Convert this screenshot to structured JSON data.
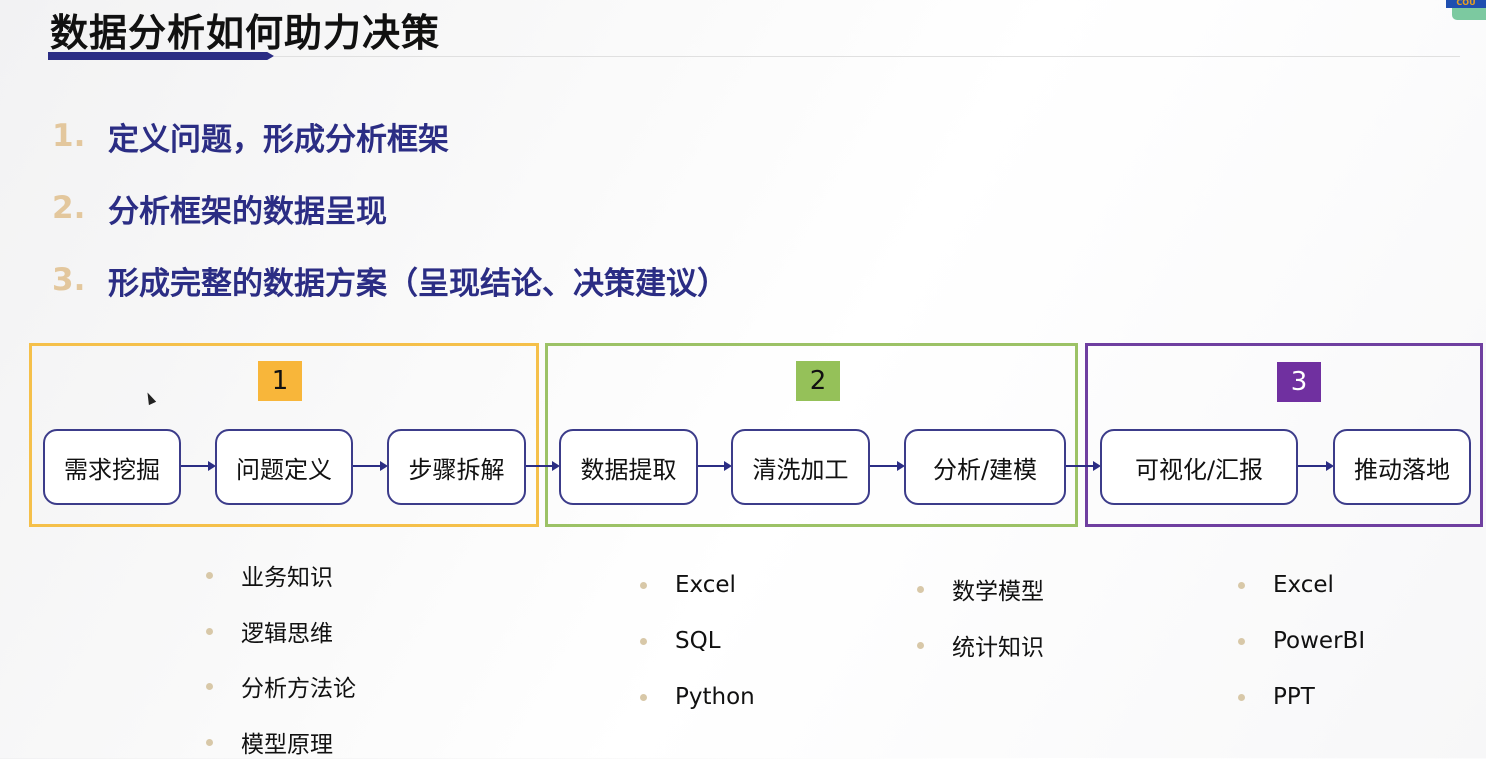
{
  "header": {
    "title": "数据分析如何助力决策",
    "corner_badge": "COU"
  },
  "points": [
    {
      "num": "1.",
      "text": "定义问题，形成分析框架"
    },
    {
      "num": "2.",
      "text": "分析框架的数据呈现"
    },
    {
      "num": "3.",
      "text": "形成完整的数据方案（呈现结论、决策建议）"
    }
  ],
  "groups": [
    {
      "badge": "1",
      "color": "#f5c04a",
      "badge_color": "#f8b63a"
    },
    {
      "badge": "2",
      "color": "#9cc266",
      "badge_color": "#95c159"
    },
    {
      "badge": "3",
      "color": "#6f3fa0",
      "badge_color": "#7030a0"
    }
  ],
  "steps": [
    "需求挖掘",
    "问题定义",
    "步骤拆解",
    "数据提取",
    "清洗加工",
    "分析/建模",
    "可视化/汇报",
    "推动落地"
  ],
  "skills": {
    "group1": [
      "业务知识",
      "逻辑思维",
      "分析方法论",
      "模型原理"
    ],
    "group2_tools": [
      "Excel",
      "SQL",
      "Python"
    ],
    "group2_theory": [
      "数学模型",
      "统计知识"
    ],
    "group3": [
      "Excel",
      "PowerBI",
      "PPT"
    ]
  }
}
